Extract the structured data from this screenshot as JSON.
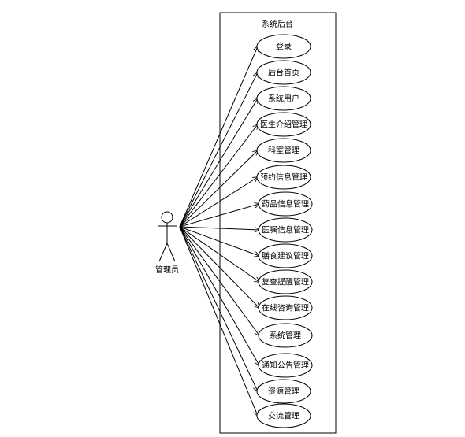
{
  "system_boundary": {
    "title": "系统后台"
  },
  "actor": {
    "label": "管理员"
  },
  "use_cases": [
    "登录",
    "后台首页",
    "系统用户",
    "医生介绍管理",
    "科室管理",
    "预约信息管理",
    "药品信息管理",
    "医嘱信息管理",
    "膳食建议管理",
    "复查提醒管理",
    "在线咨询管理",
    "系统管理",
    "通知公告管理",
    "资源管理",
    "交流管理"
  ],
  "colors": {
    "stroke": "#000000",
    "background": "#ffffff",
    "text": "#000000"
  }
}
